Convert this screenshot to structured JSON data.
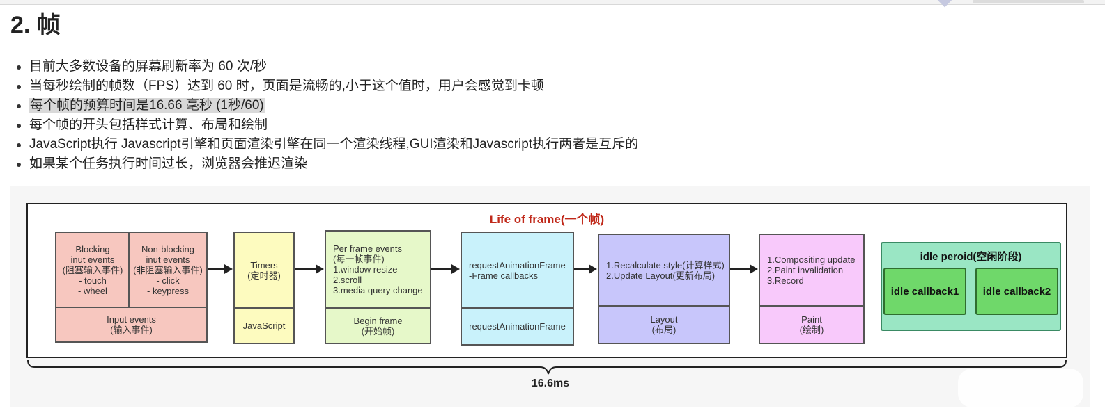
{
  "heading": "2. 帧",
  "bullets": [
    "目前大多数设备的屏幕刷新率为 60 次/秒",
    "当每秒绘制的帧数（FPS）达到 60 时，页面是流畅的,小于这个值时，用户会感觉到卡顿",
    "每个帧的预算时间是16.66 毫秒 (1秒/60)",
    "每个帧的开头包括样式计算、布局和绘制",
    "JavaScript执行 Javascript引擎和页面渲染引擎在同一个渲染线程,GUI渲染和Javascript执行两者是互斥的",
    "如果某个任务执行时间过长，浏览器会推迟渲染"
  ],
  "diagram": {
    "title": "Life of frame(一个帧)",
    "colors": {
      "input": "#f7c7bf",
      "timers": "#fdfbbf",
      "begin_frame": "#e6f8c9",
      "raf": "#c9f2fb",
      "layout": "#c8c6fb",
      "paint": "#f8c9fb",
      "idle_outer": "#9ae6c4",
      "idle_inner": "#6fd86a",
      "title_red": "#c0291a"
    },
    "input": {
      "blocking": "Blocking\ninut events\n(阻塞输入事件)\n- touch\n- wheel",
      "nonblocking": "Non-blocking\ninut events\n(非阻塞输入事件)\n- click\n- keypress",
      "footer": "Input events\n(输入事件)"
    },
    "timers": {
      "top": "Timers\n(定时器)",
      "bottom": "JavaScript"
    },
    "begin_frame": {
      "top": "Per frame events\n(每一帧事件)\n1.window resize\n2.scroll\n3.media query change",
      "bottom": "Begin frame\n(开始帧)"
    },
    "raf": {
      "top": "requestAnimationFrame\n-Frame callbacks",
      "bottom": "requestAnimationFrame"
    },
    "layout": {
      "top": "1.Recalculate style(计算样式)\n2.Update Layout(更新布局)",
      "bottom": "Layout\n(布局)"
    },
    "paint": {
      "top": "1.Compositing update\n2.Paint invalidation\n3.Record",
      "bottom": "Paint\n(绘制)"
    },
    "idle": {
      "title": "idle peroid(空闲阶段)",
      "callback1": "idle callback1",
      "callback2": "idle callback2"
    },
    "duration": "16.6ms"
  }
}
